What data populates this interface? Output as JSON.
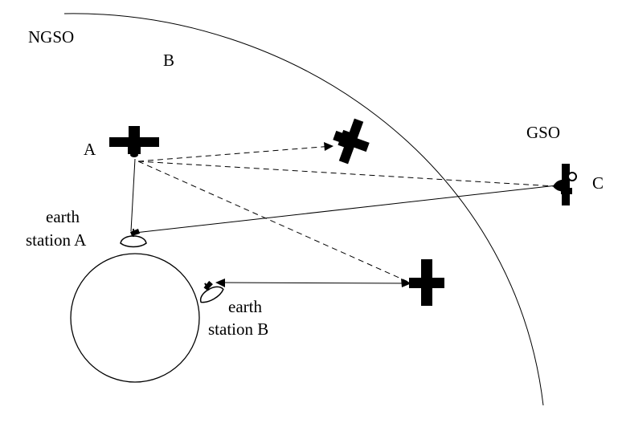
{
  "labels": {
    "ngso": "NGSO",
    "b_orbit": "B",
    "a_sat": "A",
    "gso": "GSO",
    "c_sat": "C",
    "earth_station_a_line1": "earth",
    "earth_station_a_line2": "station A",
    "earth_station_b_line1": "earth",
    "earth_station_b_line2": "station B"
  },
  "icons": {
    "satellite": "satellite-icon",
    "dish": "dish-antenna-icon",
    "earth": "earth-circle",
    "orbit": "gso-orbit-arc"
  },
  "colors": {
    "ink": "#000000",
    "background": "#ffffff"
  }
}
